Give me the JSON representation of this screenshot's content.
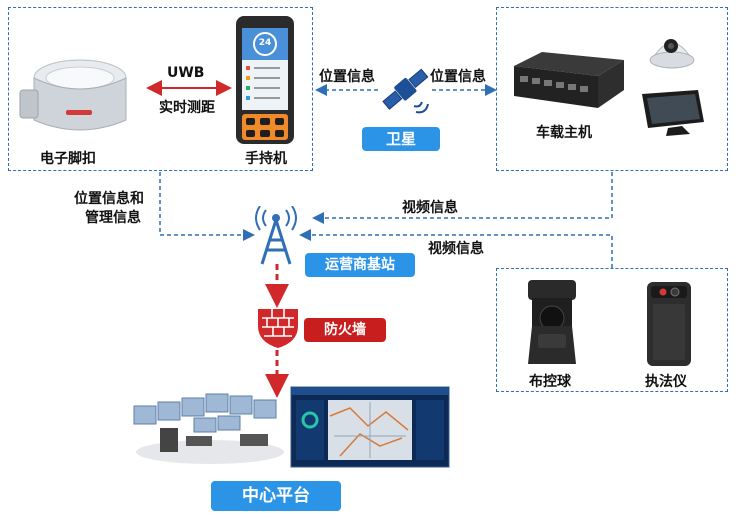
{
  "labels": {
    "uwb": "UWB",
    "ranging": "实时测距",
    "anklet": "电子脚扣",
    "handheld": "手持机",
    "pos_left": "位置信息",
    "pos_right": "位置信息",
    "satellite": "卫星",
    "vehicle_host": "车载主机",
    "pos_mgmt_line1": "位置信息和",
    "pos_mgmt_line2": "管理信息",
    "video_top": "视频信息",
    "video_bottom": "视频信息",
    "base_station": "运营商基站",
    "firewall": "防火墙",
    "dome_camera": "布控球",
    "bodycam": "执法仪",
    "center": "中心平台",
    "phone_time": "24"
  },
  "colors": {
    "blue_badge": "#2c94e6",
    "red_badge": "#c81e1e",
    "dash_blue": "#2f6fb6",
    "dash_red": "#d0282b"
  }
}
